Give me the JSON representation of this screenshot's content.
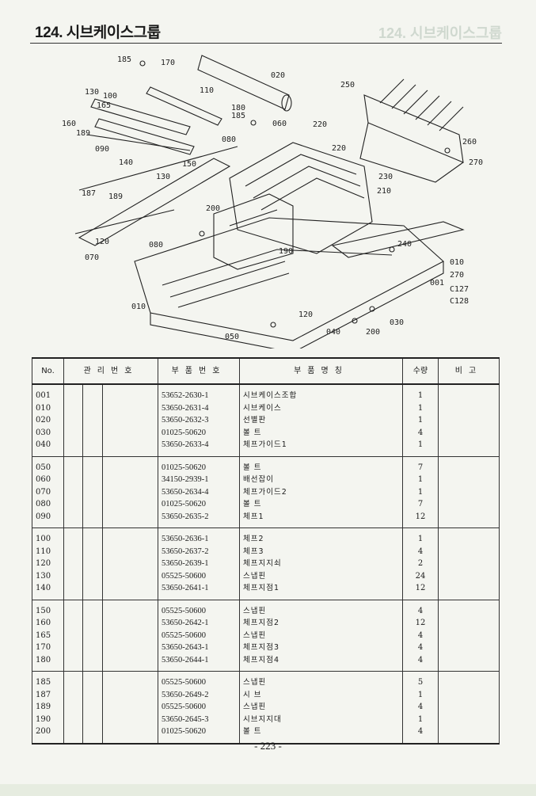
{
  "page": {
    "title": "124. 시브케이스그룹",
    "ghost_title": "124. 시브케이스그룹",
    "page_number": "- 223 -"
  },
  "diagram": {
    "callouts": [
      "185",
      "170",
      "020",
      "130",
      "100",
      "165",
      "110",
      "250",
      "180",
      "185",
      "060",
      "220",
      "160",
      "189",
      "080",
      "090",
      "220",
      "260",
      "140",
      "150",
      "270",
      "130",
      "230",
      "210",
      "187",
      "189",
      "200",
      "120",
      "080",
      "240",
      "070",
      "190",
      "010",
      "270",
      "001",
      "C127",
      "C128",
      "010",
      "120",
      "030",
      "040",
      "200",
      "050"
    ]
  },
  "table": {
    "headers": {
      "no": "No.",
      "mgmt": "관리번호",
      "part_no": "부품번호",
      "part_name": "부품명칭",
      "qty": "수량",
      "remarks": "비고"
    },
    "groups": [
      [
        {
          "no": "001",
          "part": "53652-2630-1",
          "name": "시브케이스조합",
          "qty": "1"
        },
        {
          "no": "010",
          "part": "53650-2631-4",
          "name": "시브케이스",
          "qty": "1"
        },
        {
          "no": "020",
          "part": "53650-2632-3",
          "name": "선별판",
          "qty": "1"
        },
        {
          "no": "030",
          "part": "01025-50620",
          "name": "볼 트",
          "qty": "4"
        },
        {
          "no": "040",
          "part": "53650-2633-4",
          "name": "체프가이드1",
          "qty": "1"
        }
      ],
      [
        {
          "no": "050",
          "part": "01025-50620",
          "name": "볼 트",
          "qty": "7"
        },
        {
          "no": "060",
          "part": "34150-2939-1",
          "name": "배선잡이",
          "qty": "1"
        },
        {
          "no": "070",
          "part": "53650-2634-4",
          "name": "체프가이드2",
          "qty": "1"
        },
        {
          "no": "080",
          "part": "01025-50620",
          "name": "볼 트",
          "qty": "7"
        },
        {
          "no": "090",
          "part": "53650-2635-2",
          "name": "체프1",
          "qty": "12"
        }
      ],
      [
        {
          "no": "100",
          "part": "53650-2636-1",
          "name": "체프2",
          "qty": "1"
        },
        {
          "no": "110",
          "part": "53650-2637-2",
          "name": "체프3",
          "qty": "4"
        },
        {
          "no": "120",
          "part": "53650-2639-1",
          "name": "체프지지쇠",
          "qty": "2"
        },
        {
          "no": "130",
          "part": "05525-50600",
          "name": "스냅핀",
          "qty": "24"
        },
        {
          "no": "140",
          "part": "53650-2641-1",
          "name": "체프지점1",
          "qty": "12"
        }
      ],
      [
        {
          "no": "150",
          "part": "05525-50600",
          "name": "스냅핀",
          "qty": "4"
        },
        {
          "no": "160",
          "part": "53650-2642-1",
          "name": "체프지점2",
          "qty": "12"
        },
        {
          "no": "165",
          "part": "05525-50600",
          "name": "스냅핀",
          "qty": "4"
        },
        {
          "no": "170",
          "part": "53650-2643-1",
          "name": "체프지점3",
          "qty": "4"
        },
        {
          "no": "180",
          "part": "53650-2644-1",
          "name": "체프지점4",
          "qty": "4"
        }
      ],
      [
        {
          "no": "185",
          "part": "05525-50600",
          "name": "스냅핀",
          "qty": "5"
        },
        {
          "no": "187",
          "part": "53650-2649-2",
          "name": "시 브",
          "qty": "1"
        },
        {
          "no": "189",
          "part": "05525-50600",
          "name": "스냅핀",
          "qty": "4"
        },
        {
          "no": "190",
          "part": "53650-2645-3",
          "name": "시브지지대",
          "qty": "1"
        },
        {
          "no": "200",
          "part": "01025-50620",
          "name": "볼 트",
          "qty": "4"
        }
      ]
    ]
  }
}
